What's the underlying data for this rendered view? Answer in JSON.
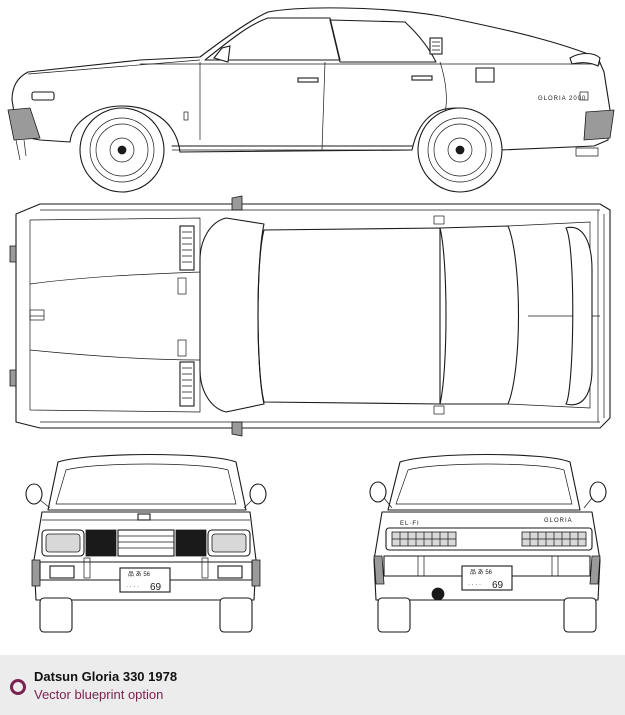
{
  "caption": {
    "title": "Datsun Gloria 330 1978",
    "subtitle": "Vector blueprint option",
    "accent_color": "#7a2350"
  },
  "blueprint": {
    "emblem_side": "GLORIA 2000",
    "emblem_rear_left": "EL·FI",
    "emblem_rear_right": "GLORIA",
    "plate_front_top": "品 あ 56",
    "plate_front_dots": "· · · ·",
    "plate_front_num": "69",
    "plate_rear_top": "品 あ 56",
    "plate_rear_dots": "· · · ·",
    "plate_rear_num": "69"
  }
}
